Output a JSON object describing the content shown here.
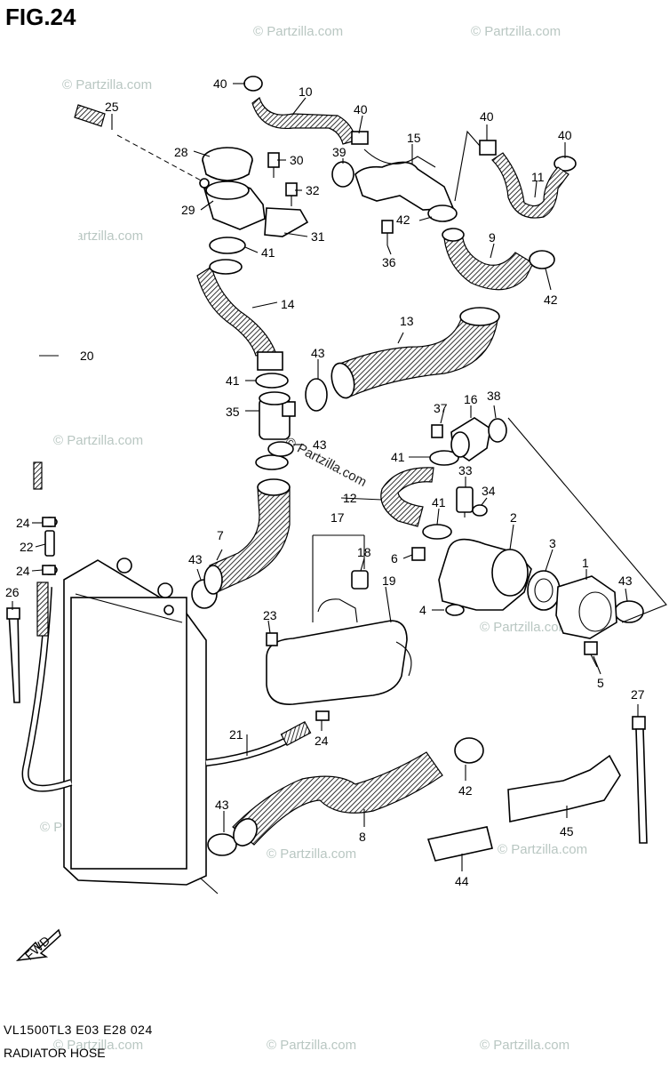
{
  "figure": {
    "title": "FIG.24",
    "footer_code": "VL1500TL3  E03  E28  024",
    "footer_title": "RADIATOR HOSE"
  },
  "watermark": "© Partzilla.com",
  "fwd_label": "FWD",
  "callouts": {
    "c1": "1",
    "c2": "2",
    "c3": "3",
    "c4": "4",
    "c5": "5",
    "c6": "6",
    "c7": "7",
    "c8": "8",
    "c9": "9",
    "c10": "10",
    "c11": "11",
    "c12": "12",
    "c13": "13",
    "c14": "14",
    "c15": "15",
    "c16": "16",
    "c17": "17",
    "c18": "18",
    "c19": "19",
    "c20": "20",
    "c21": "21",
    "c22": "22",
    "c23": "23",
    "c24": "24",
    "c25": "25",
    "c26": "26",
    "c27": "27",
    "c28": "28",
    "c29": "29",
    "c30": "30",
    "c31": "31",
    "c32": "32",
    "c33": "33",
    "c34": "34",
    "c35": "35",
    "c36": "36",
    "c37": "37",
    "c38": "38",
    "c39": "39",
    "c40": "40",
    "c41": "41",
    "c42": "42",
    "c43": "43",
    "c44": "44",
    "c45": "45"
  }
}
